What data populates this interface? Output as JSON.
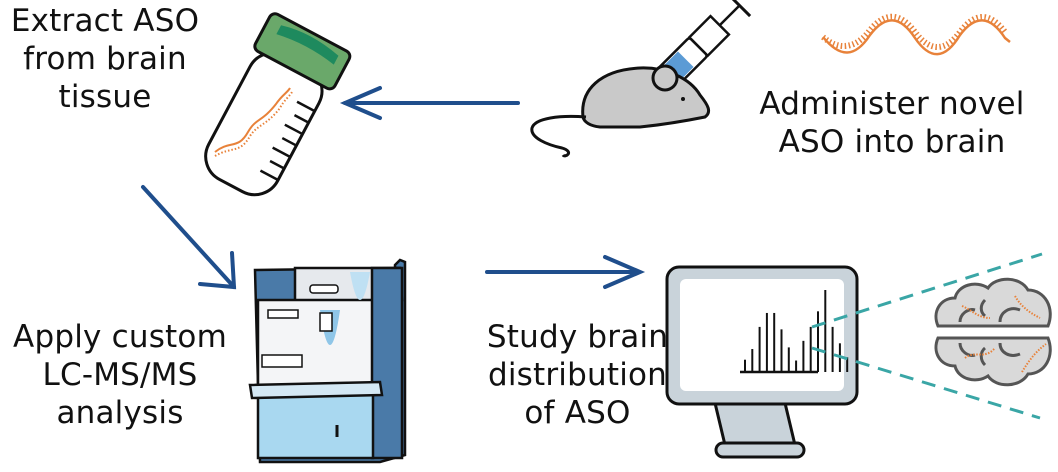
{
  "steps": [
    {
      "id": "administer",
      "lines": [
        "Administer novel",
        "ASO into brain"
      ]
    },
    {
      "id": "extract",
      "lines": [
        "Extract ASO",
        "from brain",
        "tissue"
      ]
    },
    {
      "id": "analysis",
      "lines": [
        "Apply custom",
        "LC-MS/MS",
        "analysis"
      ]
    },
    {
      "id": "study",
      "lines": [
        "Study brain",
        "distribution",
        "of ASO"
      ]
    }
  ],
  "colors": {
    "arrow": "#1f4e8c",
    "aso_strand": "#e8823a",
    "vial_cap": "#6aa86a",
    "vial_cap_dark": "#1e8a5e",
    "syringe_fluid": "#5b9bd5",
    "mouse": "#c9c9c9",
    "monitor": "#c9d3da",
    "dashed": "#3aa6a6",
    "instrument_light": "#a9d8f0",
    "instrument_dark": "#4a7aa8"
  },
  "spectrum_peaks": [
    0.15,
    0.28,
    0.55,
    0.72,
    0.72,
    0.52,
    0.3,
    0.14,
    0.38,
    0.55,
    0.74,
    1.0,
    0.55,
    0.35,
    0.18
  ]
}
